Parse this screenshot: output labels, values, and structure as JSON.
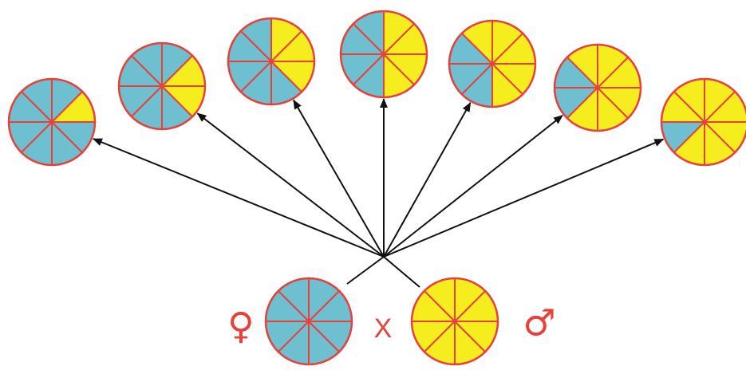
{
  "colors": {
    "blue": "#6ebfd0",
    "yellow": "#f6ed1f",
    "line": "#e8403a",
    "arrow": "#111111",
    "symbol": "#e8403a"
  },
  "pie_sectors": 8,
  "offspring_yellow_sectors": [
    1,
    2,
    3,
    4,
    5,
    6,
    7
  ],
  "parents": [
    {
      "symbol": "♀",
      "yellow_sectors": 0
    },
    {
      "symbol": "♂",
      "yellow_sectors": 8
    }
  ],
  "cross_symbol": "X"
}
